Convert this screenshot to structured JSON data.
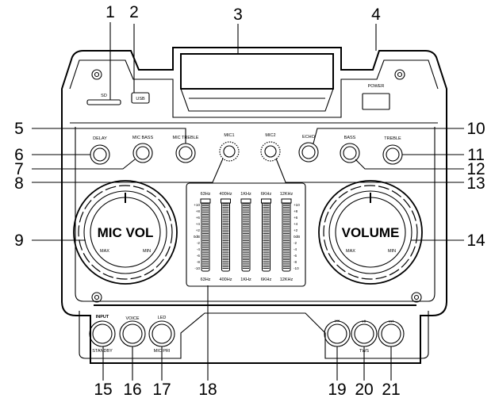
{
  "callouts": [
    "1",
    "2",
    "3",
    "4",
    "5",
    "6",
    "7",
    "8",
    "9",
    "10",
    "11",
    "12",
    "13",
    "14",
    "15",
    "16",
    "17",
    "18",
    "19",
    "20",
    "21"
  ],
  "panel": {
    "sd_label": "SD",
    "usb_label": "USB",
    "power_label": "POWER",
    "knob_labels": {
      "delay": "DELAY",
      "mic_bass": "MIC BASS",
      "mic_treble": "MIC TREBLE",
      "mic1": "MIC1",
      "mic2": "MIC2",
      "echo": "ECHO",
      "bass": "BASS",
      "treble": "TREBLE"
    },
    "mic_vol_label": "MIC VOL",
    "volume_label": "VOLUME",
    "dial_min": "MAX",
    "dial_max": "MIN",
    "eq_bands": [
      "63Hz",
      "400Hz",
      "1KHz",
      "6KHz",
      "12KHz"
    ],
    "eq_scale_left": [
      "+10",
      "+8",
      "+6",
      "+4",
      "+2",
      "0dB",
      "-2",
      "-4",
      "-6",
      "-8",
      "-10"
    ],
    "eq_scale_right": [
      "+10",
      "+8",
      "+6",
      "+4",
      "+2",
      "0dB",
      "-2",
      "-4",
      "-6",
      "-8",
      "-10"
    ],
    "input_label": "INPUT",
    "standby_label": "STANDBY",
    "voice_label": "VOICE",
    "led_label": "LED",
    "mic_pri_label": "MIC PRI",
    "tws_label": "TWS",
    "prev_symbol": "⏮",
    "play_symbol": "⏯",
    "next_symbol": "⏭"
  }
}
